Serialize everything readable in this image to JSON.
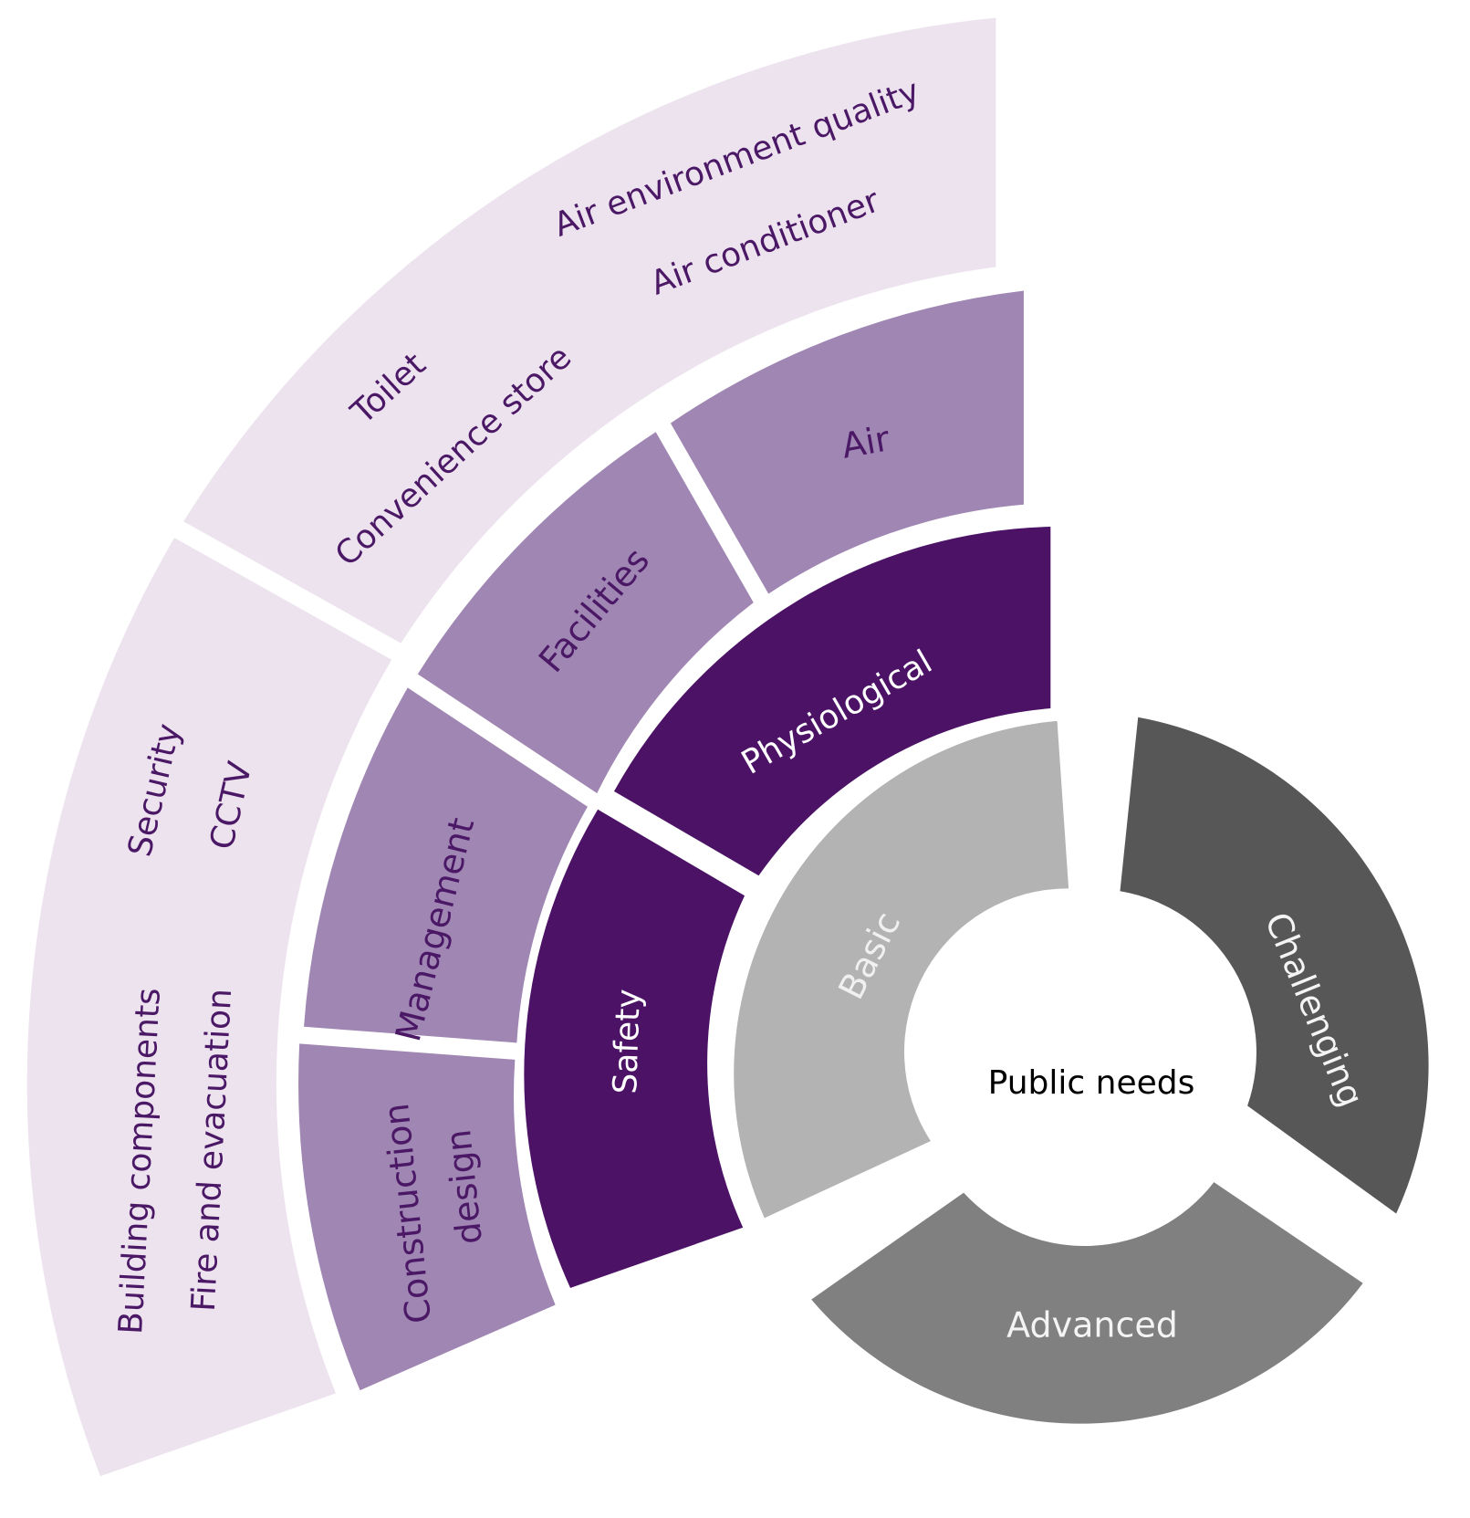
{
  "center": {
    "label": "Public needs"
  },
  "colors": {
    "outer_ring": "#ede3ef",
    "middle_ring": "#a086b3",
    "inner_ring": "#4b1266",
    "basic": "#b3b3b3",
    "advanced": "#808080",
    "challenging": "#575757",
    "purple_text": "#4b1866"
  },
  "need_levels": [
    {
      "id": "basic",
      "label": "Basic"
    },
    {
      "id": "advanced",
      "label": "Advanced"
    },
    {
      "id": "challenging",
      "label": "Challenging"
    }
  ],
  "basic_categories": [
    {
      "id": "physiological",
      "label": "Physiological"
    },
    {
      "id": "safety",
      "label": "Safety"
    }
  ],
  "subcategories": [
    {
      "id": "air",
      "label": "Air"
    },
    {
      "id": "facilities",
      "label": "Facilities"
    },
    {
      "id": "management",
      "label": "Management"
    },
    {
      "id": "construction",
      "label_line1": "Construction",
      "label_line2": "design"
    }
  ],
  "items": {
    "air_items": [
      "Air environment quality",
      "Air conditioner"
    ],
    "facility_items": [
      "Toilet",
      "Convenience store"
    ],
    "management_items": [
      "Security",
      "CCTV"
    ],
    "construction_items": [
      "Building components",
      "Fire and  evacuation"
    ]
  }
}
